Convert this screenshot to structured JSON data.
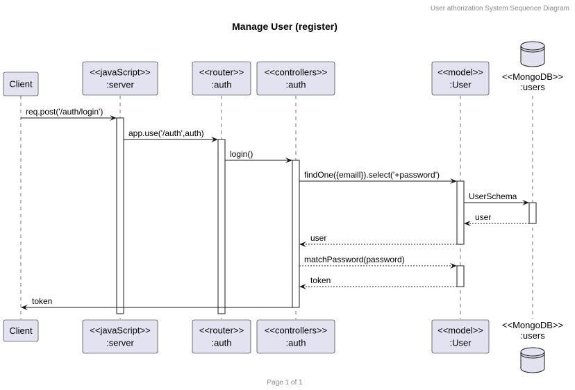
{
  "header": {
    "text": "User athorization System Sequence Diagram"
  },
  "title": "Manage User (register)",
  "participants": [
    {
      "id": "client",
      "lines": [
        "Client"
      ]
    },
    {
      "id": "server",
      "lines": [
        "<<javaScript>>",
        ":server"
      ]
    },
    {
      "id": "router",
      "lines": [
        "<<router>>",
        ":auth"
      ]
    },
    {
      "id": "controllers",
      "lines": [
        "<<controllers>>",
        ":auth"
      ]
    },
    {
      "id": "model",
      "lines": [
        "<<model>>",
        ":User"
      ]
    },
    {
      "id": "db",
      "lines": [
        "<<MongoDB>>",
        ":users"
      ],
      "kind": "database"
    }
  ],
  "messages": [
    {
      "from": "client",
      "to": "server",
      "label": "req.post('/auth/login')",
      "style": "solid"
    },
    {
      "from": "server",
      "to": "router",
      "label": "app.use('/auth',auth)",
      "style": "solid"
    },
    {
      "from": "router",
      "to": "controllers",
      "label": "login()",
      "style": "solid"
    },
    {
      "from": "controllers",
      "to": "model",
      "label": "findOne({emaill}).select('+password')",
      "style": "solid"
    },
    {
      "from": "model",
      "to": "db",
      "label": "UserSchema",
      "style": "solid"
    },
    {
      "from": "db",
      "to": "model",
      "label": "user",
      "style": "dashed"
    },
    {
      "from": "model",
      "to": "controllers",
      "label": "user",
      "style": "dashed"
    },
    {
      "from": "controllers",
      "to": "model",
      "label": "matchPassword(password)",
      "style": "dashed"
    },
    {
      "from": "model",
      "to": "controllers",
      "label": "token",
      "style": "dashed"
    },
    {
      "from": "controllers",
      "to": "client",
      "label": "token",
      "style": "solid"
    }
  ],
  "footer": "Page 1 of 1"
}
